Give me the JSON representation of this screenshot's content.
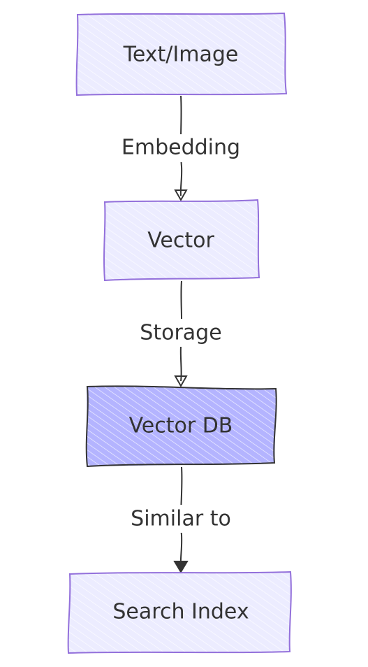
{
  "colors": {
    "node_fill": "#ececff",
    "node_stroke": "#9370db",
    "db_fill": "#b4b4ff",
    "db_stroke": "#333333",
    "hatch": "#ffffff",
    "edge": "#333333",
    "text": "#333333"
  },
  "nodes": [
    {
      "id": "text-image",
      "label": "Text/Image"
    },
    {
      "id": "vector",
      "label": "Vector"
    },
    {
      "id": "vector-db",
      "label": "Vector DB"
    },
    {
      "id": "search-index",
      "label": "Search Index"
    }
  ],
  "edges": [
    {
      "from": "text-image",
      "to": "vector",
      "label": "Embedding"
    },
    {
      "from": "vector",
      "to": "vector-db",
      "label": "Storage"
    },
    {
      "from": "vector-db",
      "to": "search-index",
      "label": "Similar to"
    }
  ]
}
